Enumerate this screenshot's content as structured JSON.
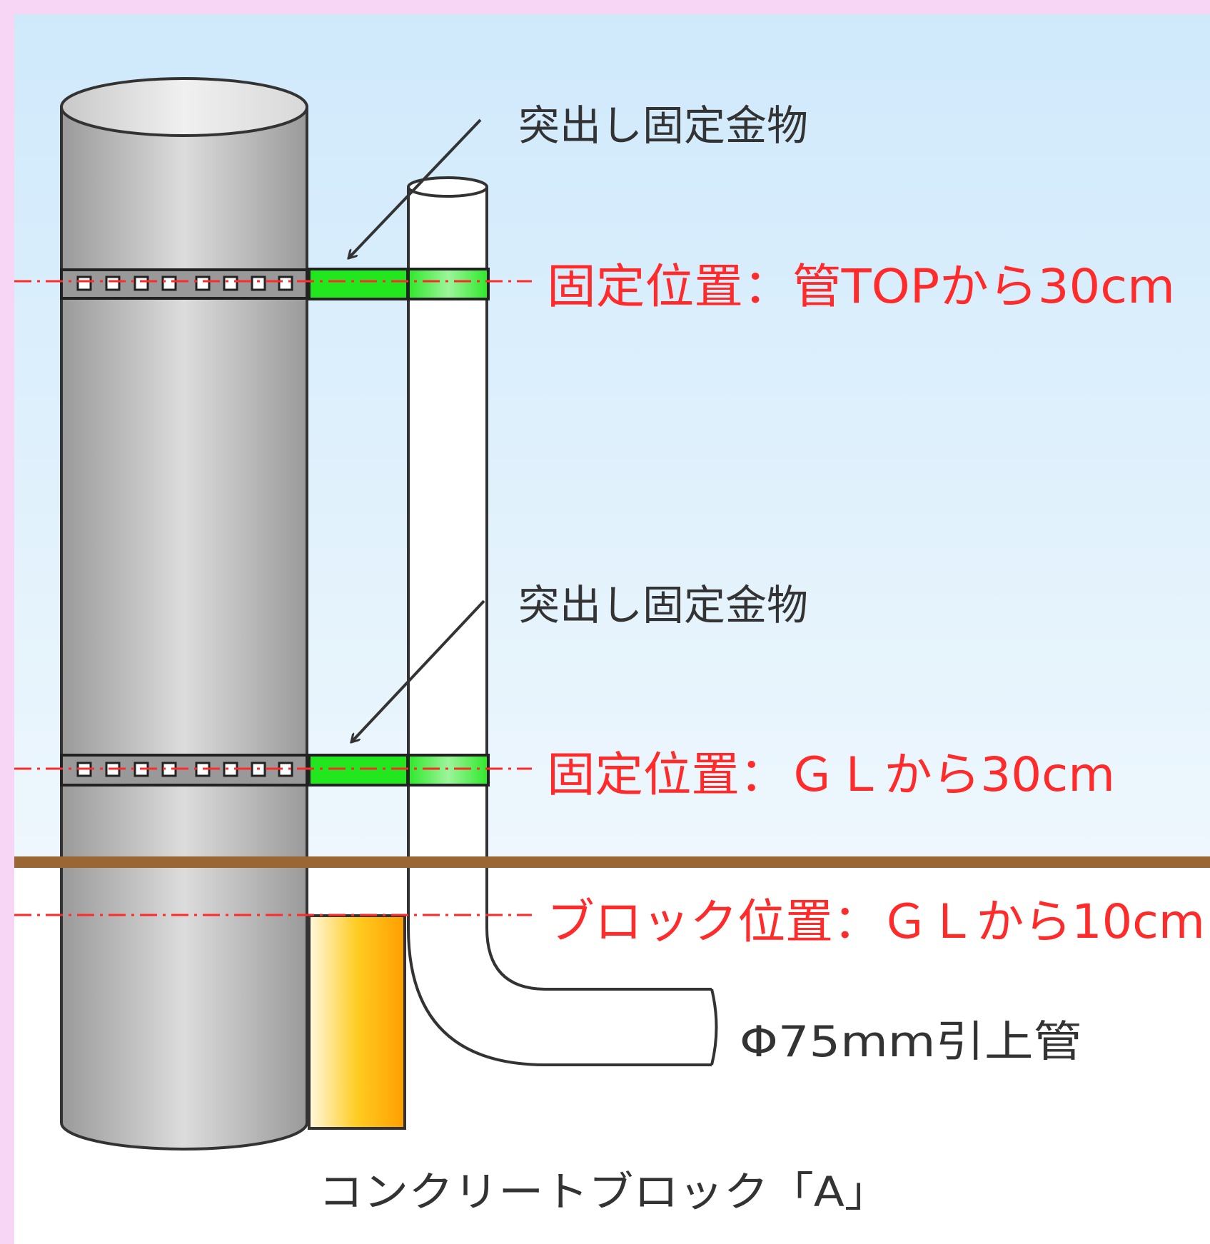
{
  "labels": {
    "fixture_top": "突出し固定金物",
    "fixture_bottom": "突出し固定金物",
    "position_top": "固定位置：管TOPから30cm",
    "position_gl": "固定位置：ＧＬから30cm",
    "block_position": "ブロック位置：ＧＬから10cm",
    "pipe": "Φ75mm引上管",
    "block": "コンクリートブロック「A」"
  },
  "colors": {
    "page_border": "#f7d6f5",
    "sky_top": "#cfe9fb",
    "sky_bottom": "#eef7fd",
    "ground_line": "#9a6634",
    "red_text": "#ff2a2a",
    "band_green": "#22e61e",
    "block_orange": "#ff9e00"
  }
}
